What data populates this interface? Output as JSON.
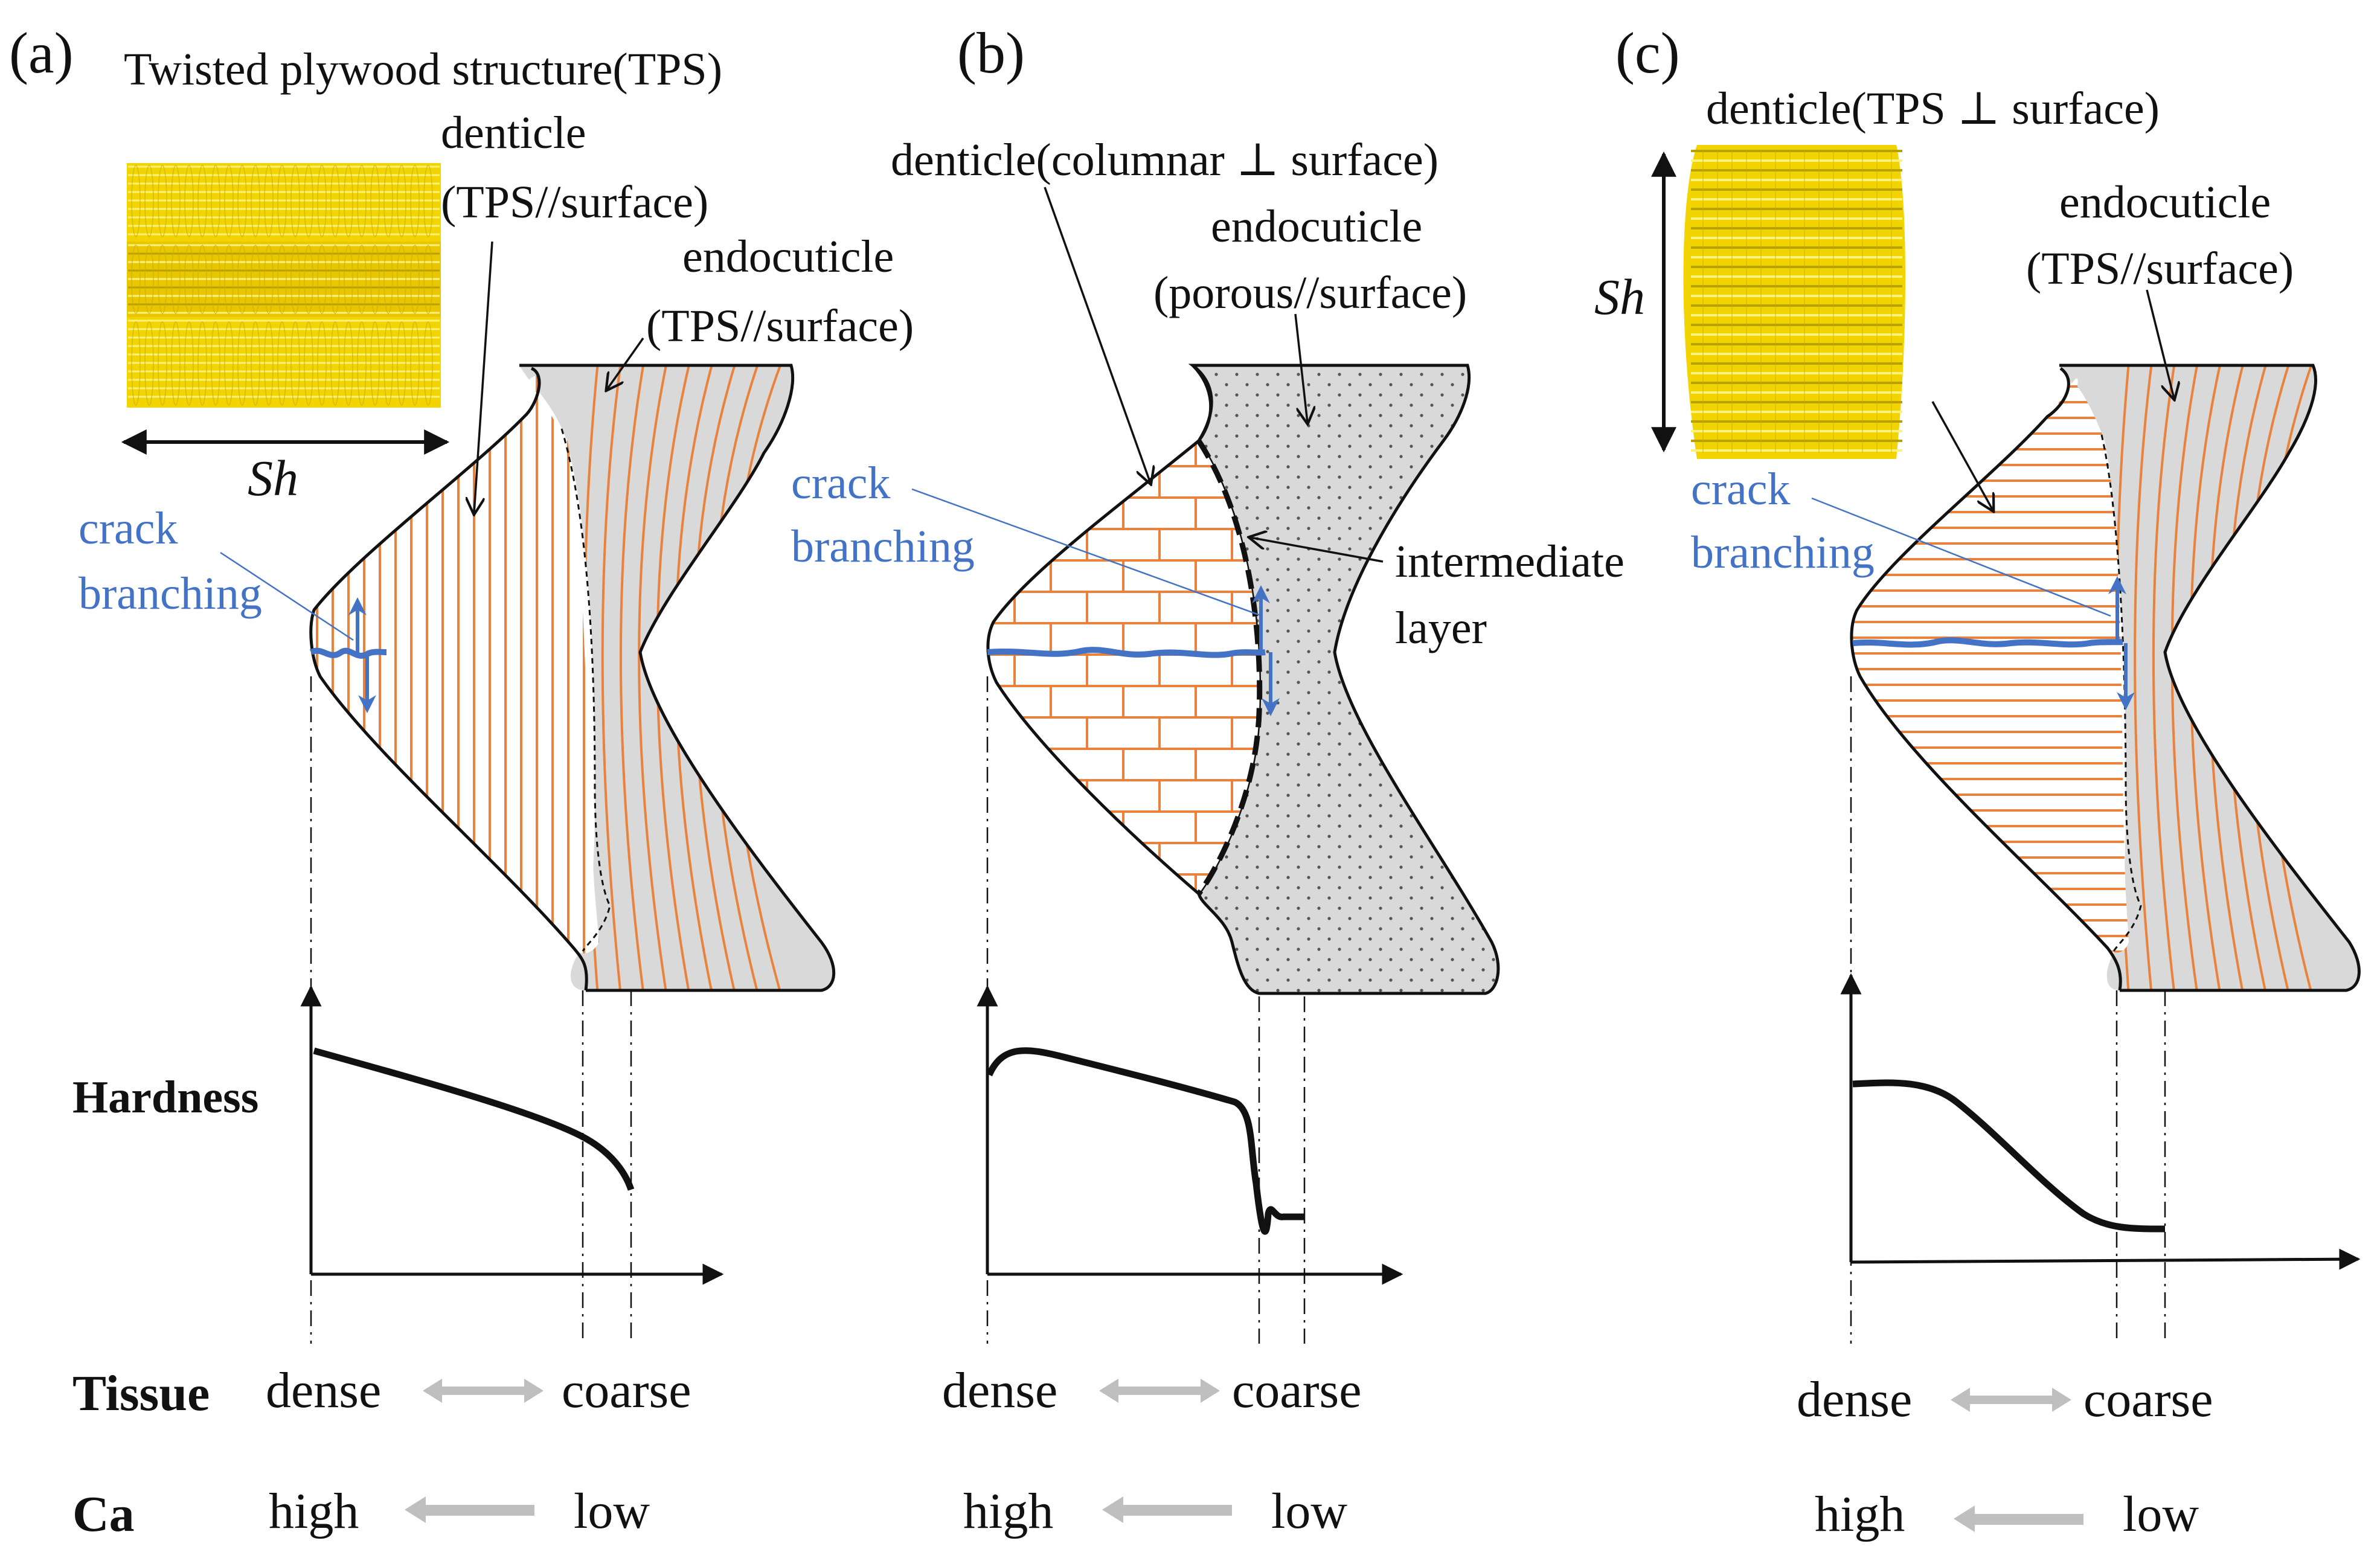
{
  "colors": {
    "orange": "#e8823c",
    "gray_fill": "#d9d9d9",
    "blue": "#4472c4",
    "yellow": "#f2d400",
    "arrow_gray": "#bfbfbf",
    "ink": "#111111"
  },
  "panels": [
    {
      "letter": "(a)",
      "title": "Twisted plywood structure(TPS)",
      "denticle_l1": "denticle",
      "denticle_l2": "(TPS//surface)",
      "endo_l1": "endocuticle",
      "endo_l2": "(TPS//surface)",
      "sh": "Sh",
      "crack_l1": "crack",
      "crack_l2": "branching",
      "hardness": "Hardness",
      "tissue": "Tissue",
      "dense": "dense",
      "coarse": "coarse",
      "ca": "Ca",
      "high": "high",
      "low": "low"
    },
    {
      "letter": "(b)",
      "denticle": "denticle(columnar ⊥ surface)",
      "endo_l1": "endocuticle",
      "endo_l2": "(porous//surface)",
      "crack_l1": "crack",
      "crack_l2": "branching",
      "inter_l1": "intermediate",
      "inter_l2": "layer",
      "dense": "dense",
      "coarse": "coarse",
      "high": "high",
      "low": "low"
    },
    {
      "letter": "(c)",
      "denticle": "denticle(TPS ⊥ surface)",
      "endo_l1": "endocuticle",
      "endo_l2": "(TPS//surface)",
      "sh": "Sh",
      "crack_l1": "crack",
      "crack_l2": "branching",
      "dense": "dense",
      "coarse": "coarse",
      "high": "high",
      "low": "low"
    }
  ]
}
